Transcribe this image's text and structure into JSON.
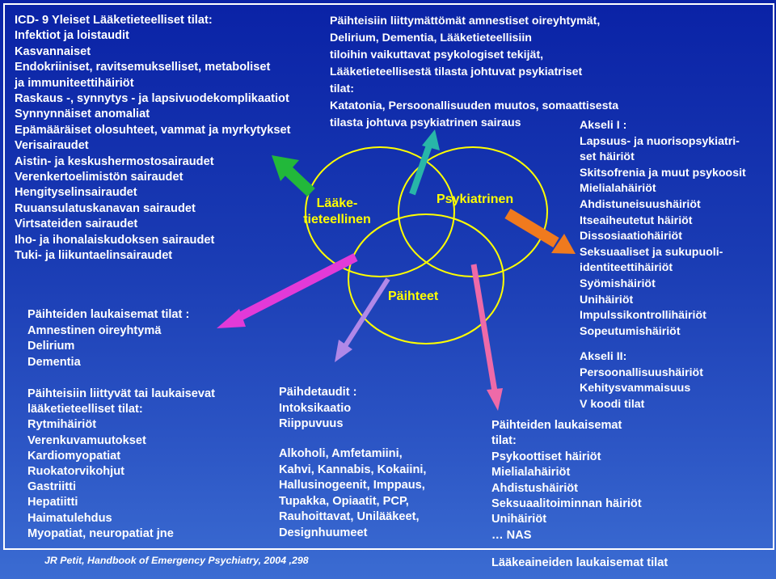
{
  "left_top": [
    "ICD- 9 Yleiset Lääketieteelliset tilat:",
    "Infektiot ja loistaudit",
    "Kasvannaiset",
    "Endokriiniset, ravitsemukselliset, metaboliset",
    "ja immuniteettihäiriöt",
    "Raskaus -, synnytys - ja lapsivuodekomplikaatiot",
    "Synnynnäiset anomaliat",
    "Epämääräiset olosuhteet, vammat ja myrkytykset",
    "Verisairaudet",
    "Aistin- ja keskushermostosairaudet",
    "Verenkertoelimistön sairaudet",
    "Hengityselinsairaudet",
    "Ruuansulatuskanavan sairaudet",
    "Virtsateiden sairaudet",
    "Iho- ja ihonalaiskudoksen sairaudet",
    "Tuki- ja liikuntaelinsairaudet"
  ],
  "left_mid": [
    "Päihteiden laukaisemat tilat :",
    "Amnestinen oireyhtymä",
    "Delirium",
    "Dementia"
  ],
  "left_bottom": [
    "Päihteisiin liittyvät tai laukaisevat",
    "lääketieteelliset tilat:",
    "Rytmihäiriöt",
    "Verenkuvamuutokset",
    "Kardiomyopatiat",
    "Ruokatorvikohjut",
    "Gastriitti",
    "Hepatiitti",
    "Haimatulehdus",
    "Myopatiat, neuropatiat jne"
  ],
  "center_top": [
    "Päihteisiin liittymättömät amnestiset oireyhtymät,",
    "Delirium, Dementia, Lääketieteellisiin",
    "tiloihin vaikuttavat psykologiset tekijät,",
    "Lääketieteellisestä tilasta johtuvat psykiatriset",
    "tilat:",
    "Katatonia, Persoonallisuuden muutos, somaattisesta",
    "tilasta johtuva psykiatrinen sairaus"
  ],
  "akseli1": [
    "Akseli I :",
    "Lapsuus- ja nuorisopsykiatri-",
    "set häiriöt",
    "Skitsofrenia ja muut psykoosit",
    "Mielialahäiriöt",
    "Ahdistuneisuushäiriöt",
    "Itseaiheutetut häiriöt",
    "Dissosiaatiohäiriöt",
    "Seksuaaliset ja sukupuoli-",
    "identiteettihäiriöt",
    "Syömishäiriöt",
    "Unihäiriöt",
    "Impulssikontrollihäiriöt",
    "Sopeutumishäiriöt"
  ],
  "akseli2": [
    "Akseli II:",
    "Persoonallisuushäiriöt",
    "Kehitysvammaisuus",
    "V koodi tilat"
  ],
  "paihdetaudit": [
    "Päihdetaudit :",
    "Intoksikaatio",
    "Riippuvuus"
  ],
  "substances": [
    "Alkoholi, Amfetamiini,",
    "Kahvi, Kannabis, Kokaiini,",
    "Hallusinogeenit, Imppaus,",
    "Tupakka, Opiaatit, PCP,",
    "Rauhoittavat, Unilääkeet,",
    "Designhuumeet"
  ],
  "right_bottom": [
    "Päihteiden laukaisemat",
    "tilat:",
    "Psykoottiset häiriöt",
    "Mielialahäiriöt",
    "Ahdistushäiriöt",
    "Seksuaalitoiminnan häiriöt",
    "Unihäiriöt",
    "… NAS"
  ],
  "circle_labels": {
    "laaketieteellinen_1": "Lääke-",
    "laaketieteellinen_2": "tieteellinen",
    "psykiatrinen": "Psykiatrinen",
    "paihteet": "Päihteet"
  },
  "citation": "JR Petit, Handbook of Emergency Psychiatry, 2004 ,298",
  "footer_right": "Lääkeaineiden laukaisemat tilat",
  "colors": {
    "background": "#1e3ea6",
    "text": "#ffffff",
    "circle_label": "#ffff00",
    "circle_stroke": "#ffff00",
    "arrow_green": "#22b83a",
    "arrow_orange": "#f07a1e",
    "arrow_magenta": "#e23ad8",
    "arrow_purple": "#b088e8",
    "arrow_pink": "#ee6aa8",
    "arrow_teal": "#28b6a8"
  },
  "icons": [
    "arrow-green",
    "arrow-orange",
    "arrow-magenta",
    "arrow-purple",
    "arrow-pink",
    "arrow-teal"
  ]
}
